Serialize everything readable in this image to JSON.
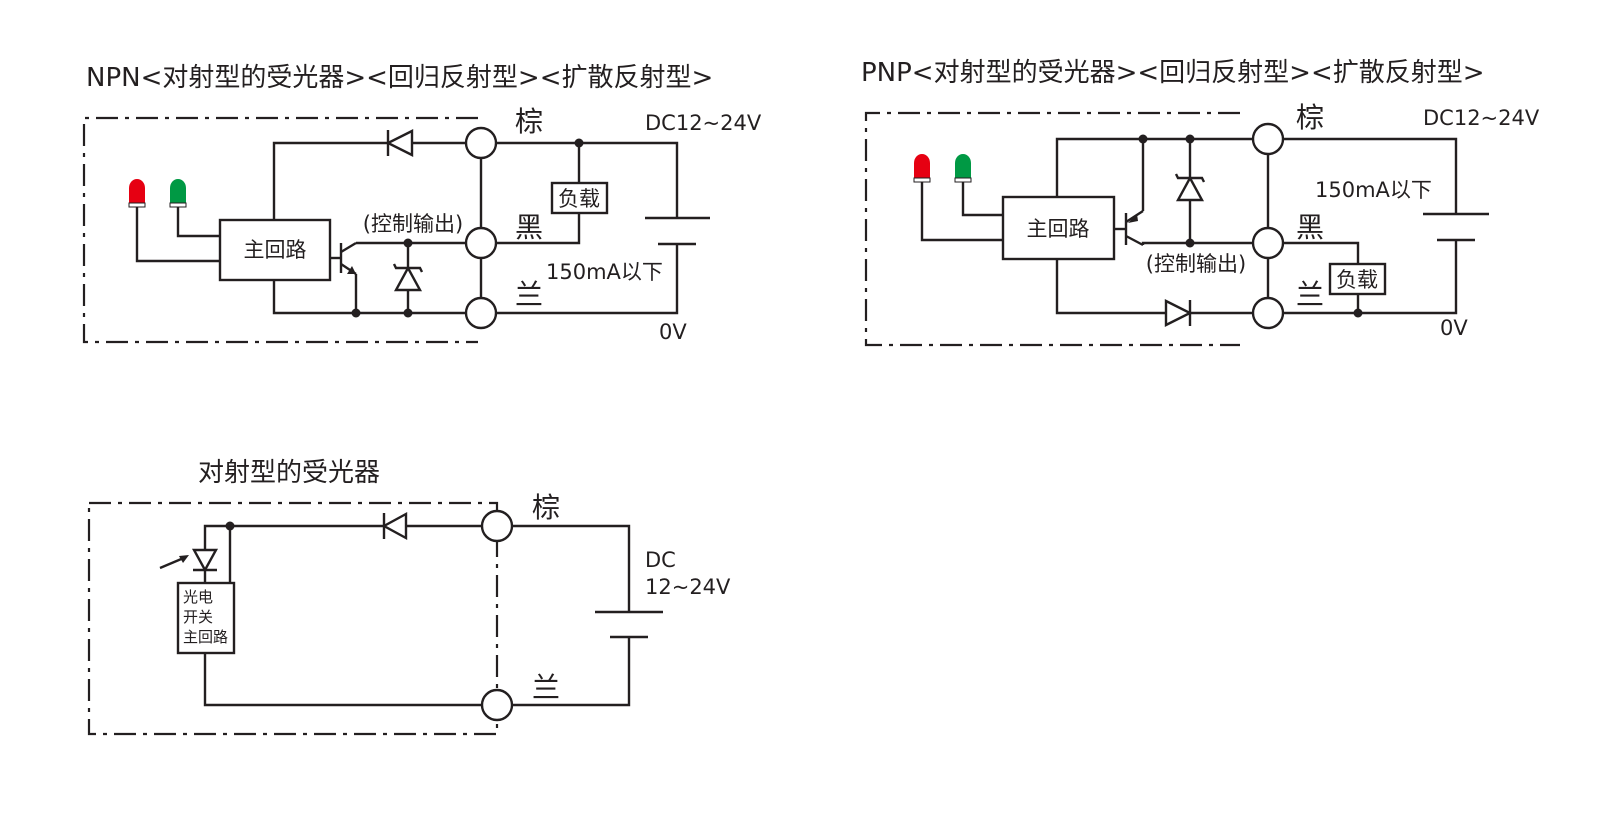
{
  "npn": {
    "title": "NPN<对射型的受光器><回归反射型><扩散反射型>",
    "main_circuit": "主回路",
    "control_output": "(控制输出)",
    "load": "负载",
    "brown": "棕",
    "black": "黑",
    "blue": "兰",
    "supply": "DC12~24V",
    "current": "150mA以下",
    "zero_v": "0V"
  },
  "pnp": {
    "title": "PNP<对射型的受光器><回归反射型><扩散反射型>",
    "main_circuit": "主回路",
    "control_output": "(控制输出)",
    "load": "负载",
    "brown": "棕",
    "black": "黑",
    "blue": "兰",
    "supply": "DC12~24V",
    "current": "150mA以下",
    "zero_v": "0V"
  },
  "receiver": {
    "title": "对射型的受光器",
    "box_line1": "光电",
    "box_line2": "开关",
    "box_line3": "主回路",
    "brown": "棕",
    "blue": "兰",
    "supply_line1": "DC",
    "supply_line2": "12~24V"
  },
  "colors": {
    "line": "#231f20",
    "led_red": "#e60012",
    "led_green": "#009944"
  }
}
